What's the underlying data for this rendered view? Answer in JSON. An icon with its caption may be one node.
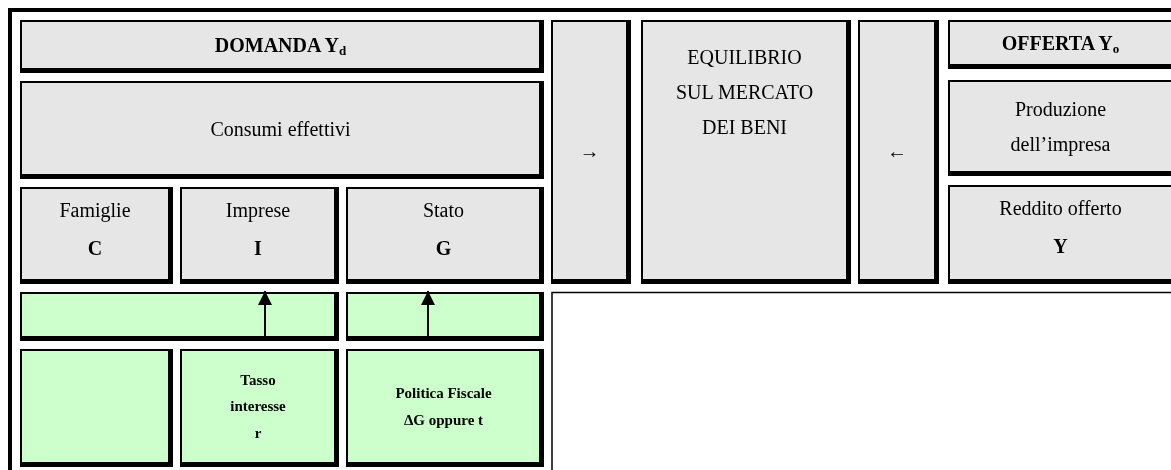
{
  "diagram": {
    "nodes": [
      {
        "text": [
          "DOMANDA Y$_{d}$"
        ]
      },
      {
        "text": [
          "→"
        ]
      },
      {
        "text": [
          "EQUILIBRIO SUL MERCATO DEI BENI"
        ]
      },
      {
        "text": [
          "←"
        ]
      },
      {
        "text": [
          "OFFERTA Y$_{o}$"
        ]
      },
      {
        "text": [
          "Consumi effettivi"
        ]
      },
      {
        "text": [
          "Produzione dell’impresa"
        ]
      },
      {
        "text": [
          "Famiglie",
          "C"
        ]
      },
      {
        "text": [
          "Imprese",
          "I"
        ]
      },
      {
        "text": [
          "Stato",
          "G"
        ]
      },
      {
        "text": [
          "Reddito offerto",
          "Y"
        ]
      },
      {
        "text": [],
        "shape": "box"
      },
      {
        "text": [],
        "shape": "box"
      },
      {
        "text": [],
        "shape": "box"
      },
      {
        "text": [
          "Tasso interesse",
          "r"
        ]
      },
      {
        "text": [
          "Politica Fiscale",
          "ΔG  oppure  t"
        ]
      }
    ],
    "edges": [
      {
        "from": 11,
        "to": 8,
        "arrow": "to"
      },
      {
        "from": 12,
        "to": 9,
        "arrow": "to"
      }
    ]
  }
}
